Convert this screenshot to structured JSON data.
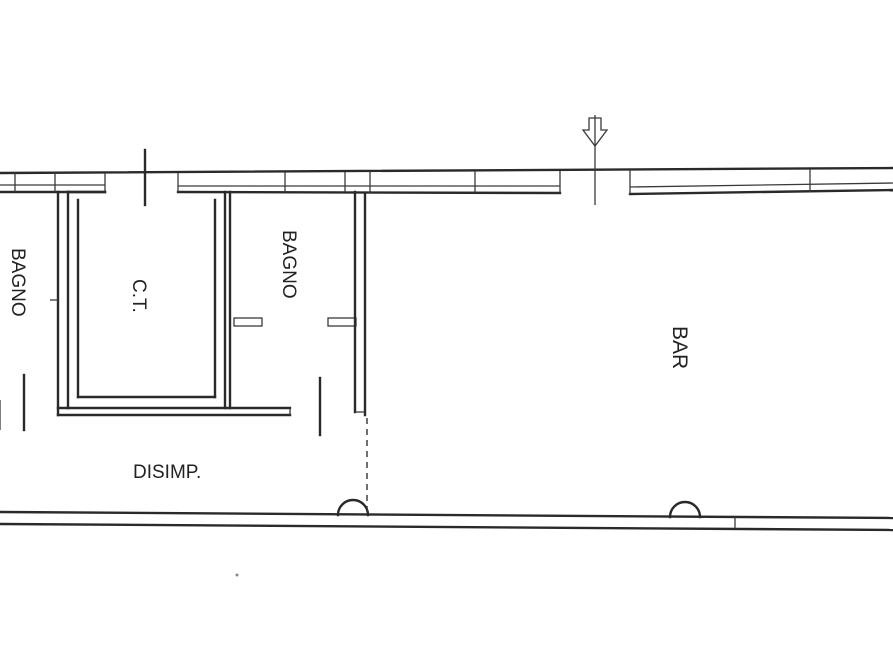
{
  "rooms": {
    "bagno_left": "BAGNO",
    "ct": "C.T.",
    "bagno_center": "BAGNO",
    "bar": "BAR",
    "disimp": "DISIMP."
  }
}
